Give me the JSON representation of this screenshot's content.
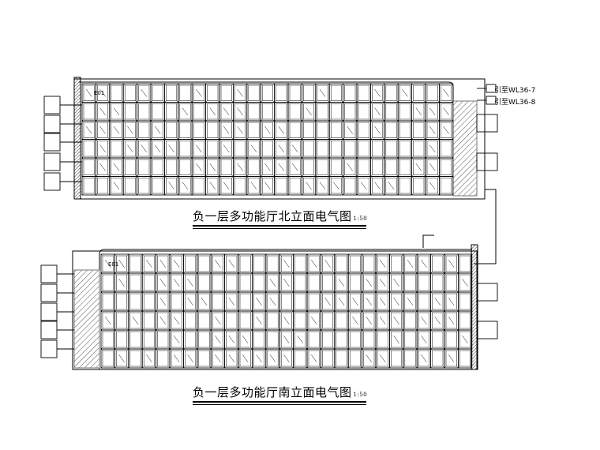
{
  "north": {
    "caption": "负一层多功能厅北立面电气图",
    "scale": "1:50",
    "refs": [
      "引至WL36-7",
      "引至WL36-8"
    ],
    "panel_label": "E01"
  },
  "south": {
    "caption": "负一层多功能厅南立面电气图",
    "scale": "1:50",
    "panel_label": "E01"
  }
}
